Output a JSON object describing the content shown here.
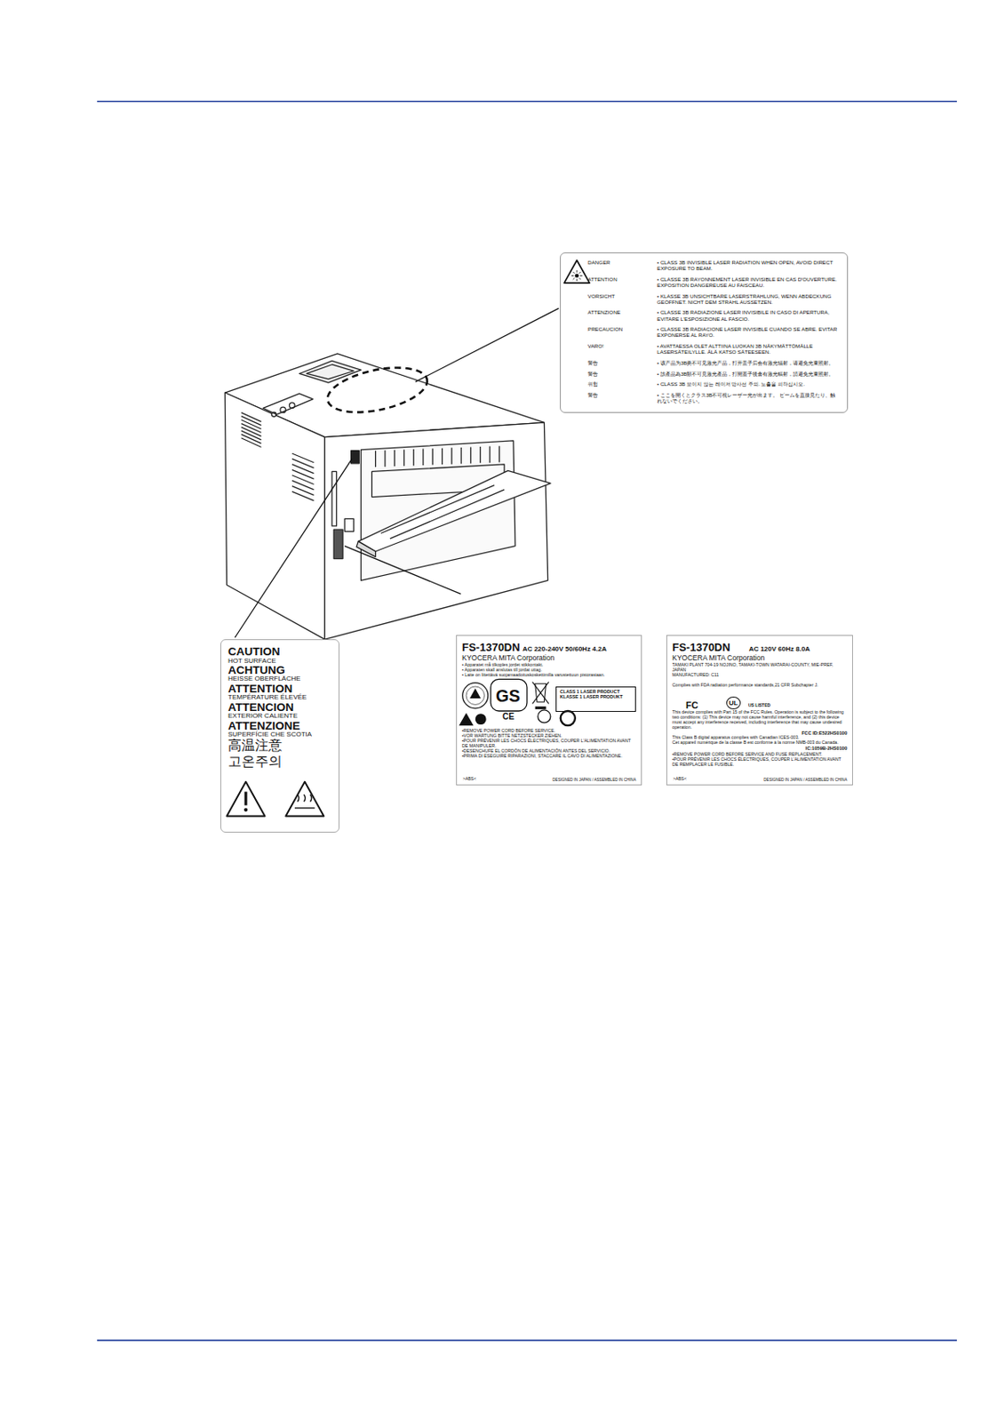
{
  "diagram": {
    "nodes": [
      {
        "text": [
          "DANGER",
          "• CLASS 3B INVISIBLE LASER RADIATION WHEN OPEN, AVOID DIRECT EXPOSURE TO BEAM.",
          "ATTENTION",
          "• CLASSE 3B RAYONNEMENT LASER INVISIBLE EN CAS D'OUVERTURE. EXPOSITION DANGEREUSE AU FAISCEAU.",
          "VORSICHT",
          "• KLASSE 3B UNSICHTBARE LASERSTRAHLUNG, WENN ABDECKUNG GEÖFFNET. NICHT DEM STRAHL AUSSETZEN.",
          "ATTENZIONE",
          "• CLASSE 3B RADIAZIONE LASER INVISIBILE IN CASO DI APERTURA, EVITARE L'ESPOSIZIONE AL FASCIO.",
          "PRECAUCION",
          "• CLASSE 3B RADIACIONE LASER INVISIBLE CUANDO SE ABRE. EVITAR EXPONERSE AL RAYO.",
          "VARO!",
          "• AVATTAESSA OLET ALTTIINA LUOKAN 3B NÄKYMÄTTÖMÄLLE LASERSÄTEILYLLE. ÄLÄ KATSO SÄTEESEEN.",
          "警告",
          "• 该产品为3B类不可见激光产品，打开盖子后会有激光辐射，请避免光束照射。",
          "警告",
          "• 該產品為3B類不可見激光產品，打開蓋子後會有激光輻射，請避免光束照射。",
          "위험",
          "• CLASS 3B 보이지 않는 레이저 방사선 주의. 노출을 피하십시오.",
          "警告",
          "• ここを開くとクラス3B不可視レーザー光が出ます。 ビームを直接見たり、触れないでください。"
        ]
      },
      {
        "text": [
          "CAUTION",
          "HOT SURFACE",
          "ACHTUNG",
          "HEISSE OBERFLÄCHE",
          "ATTENTION",
          "TEMPÉRATURE ÉLEVÉE",
          "ATTENCION",
          "EXTERIOR CALIENTE",
          "ATTENZIONE",
          "SUPERFÍCIE CHE SCOTIA",
          "高温注意",
          "고온주의"
        ]
      },
      {
        "text": [
          "FS-1370DN",
          "AC 220-240V  50/60Hz  4.2A",
          "KYOCERA MITA Corporation",
          "• Apparatet må tilkoples jordet stikkontakt.",
          "• Apparaten skall anslutas till jordat uttag.",
          "• Laite on liitettävä suojamaadoituskoskettimilla varustettuun pistorasiaan.",
          "GS",
          "CE",
          "•REMOVE POWER CORD BEFORE SERVICE.",
          "•VOR WARTUNG BITTE NETZSTECKER ZIEHEN.",
          "•POUR PRÉVENIR LES CHOCS ÉLECTRIQUES, COUPER L'ALIMENTATION AVANT DE MANIPULER.",
          "•DESENCHUFE EL CORDÓN DE ALIMENTACIÓN ANTES DEL SERVICIO.",
          "•PRIMA DI ESEGUIRE RIPARAZIONI, STACCARE IL CAVO DI ALIMENTAZIONE.",
          ">ABS<",
          "DESIGNED IN JAPAN / ASSEMBLED IN CHINA"
        ]
      },
      {
        "text": [
          "CLASS 1 LASER PRODUCT",
          "KLASSE 1 LASER PRODUKT"
        ],
        "in": 2
      },
      {
        "text": [
          "FS-1370DN",
          "AC 120V  60Hz  8.0A",
          "KYOCERA MITA Corporation",
          "TAMAKI PLANT 704-19 NOJINO, TAMAKI-TOWN WATARAI-COUNTY, MIE-PREF, JAPAN",
          "MANUFACTURED:  C11",
          "Complies with FDA radiation performance standards,21 CFR Subchapter J.",
          "FC",
          "UL",
          "US LISTED",
          "This device complies with Part 15 of the FCC Rules. Operation is subject to the following two conditions: (1) This device may not cause harmful interference, and (2) this device must accept any interference received, including interference that may cause undesired operation.",
          "FCC ID:E522HS0100",
          "This Class B digital apparatus complies with Canadian ICES-003.",
          "Cet appareil numérique de la classe B est conforme à la norme NMB-003 du Canada.",
          "IC:1059B-2HS0100",
          "•REMOVE POWER CORD BEFORE SERVICE AND FUSE REPLACEMENT.",
          "•POUR PRÉVENIR LES CHOCS ÉLECTRIQUES, COUPER L'ALIMENTATION AVANT DE REMPLACER LE FUSIBLE.",
          ">ABS<",
          "DESIGNED IN JAPAN / ASSEMBLED IN CHINA"
        ]
      }
    ]
  }
}
